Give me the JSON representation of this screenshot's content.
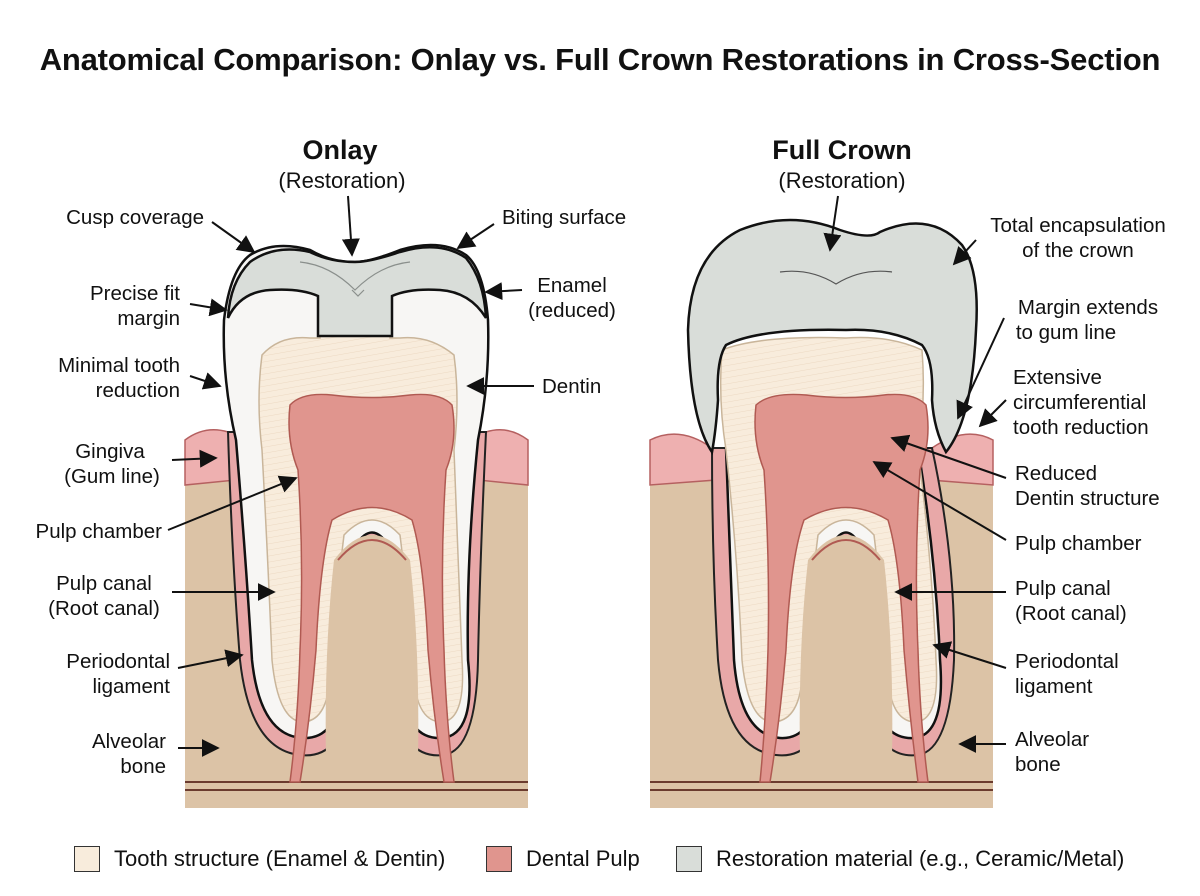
{
  "title": "Anatomical Comparison: Onlay vs. Full Crown Restorations in Cross-Section",
  "onlay": {
    "heading": "Onlay",
    "subheading": "(Restoration)",
    "labels": {
      "cusp_coverage": "Cusp coverage",
      "biting_surface": "Biting surface",
      "precise_fit_1": "Precise fit",
      "precise_fit_2": "margin",
      "enamel_1": "Enamel",
      "enamel_2": "(reduced)",
      "minimal_1": "Minimal tooth",
      "minimal_2": "reduction",
      "dentin": "Dentin",
      "gingiva_1": "Gingiva",
      "gingiva_2": "(Gum line)",
      "pulp_chamber": "Pulp chamber",
      "pulp_canal_1": "Pulp canal",
      "pulp_canal_2": "(Root canal)",
      "periodontal_1": "Periodontal",
      "periodontal_2": "ligament",
      "alveolar_1": "Alveolar",
      "alveolar_2": "bone"
    }
  },
  "crown": {
    "heading": "Full Crown",
    "subheading": "(Restoration)",
    "labels": {
      "total_1": "Total encapsulation",
      "total_2": "of the crown",
      "margin_1": "Margin extends",
      "margin_2": "to gum line",
      "extensive_1": "Extensive",
      "extensive_2": "circumferential",
      "extensive_3": "tooth reduction",
      "reduced_1": "Reduced",
      "reduced_2": "Dentin structure",
      "pulp_chamber": "Pulp chamber",
      "pulp_canal_1": "Pulp canal",
      "pulp_canal_2": "(Root canal)",
      "periodontal_1": "Periodontal",
      "periodontal_2": "ligament",
      "alveolar_1": "Alveolar",
      "alveolar_2": "bone"
    }
  },
  "legend": [
    {
      "label": "Tooth structure (Enamel & Dentin)",
      "color": "#f8ecdc"
    },
    {
      "label": "Dental Pulp",
      "color": "#e0958e"
    },
    {
      "label": "Restoration material (e.g., Ceramic/Metal)",
      "color": "#d9ddd9"
    }
  ],
  "colors": {
    "bone": "#dcc3a6",
    "gum": "#eeb0b0",
    "ligament": "#e8a8a8",
    "dentin": "#f8ecdc",
    "enamel": "#f7f6f4",
    "pulp": "#e0958e",
    "restoration": "#d9ddd9"
  }
}
